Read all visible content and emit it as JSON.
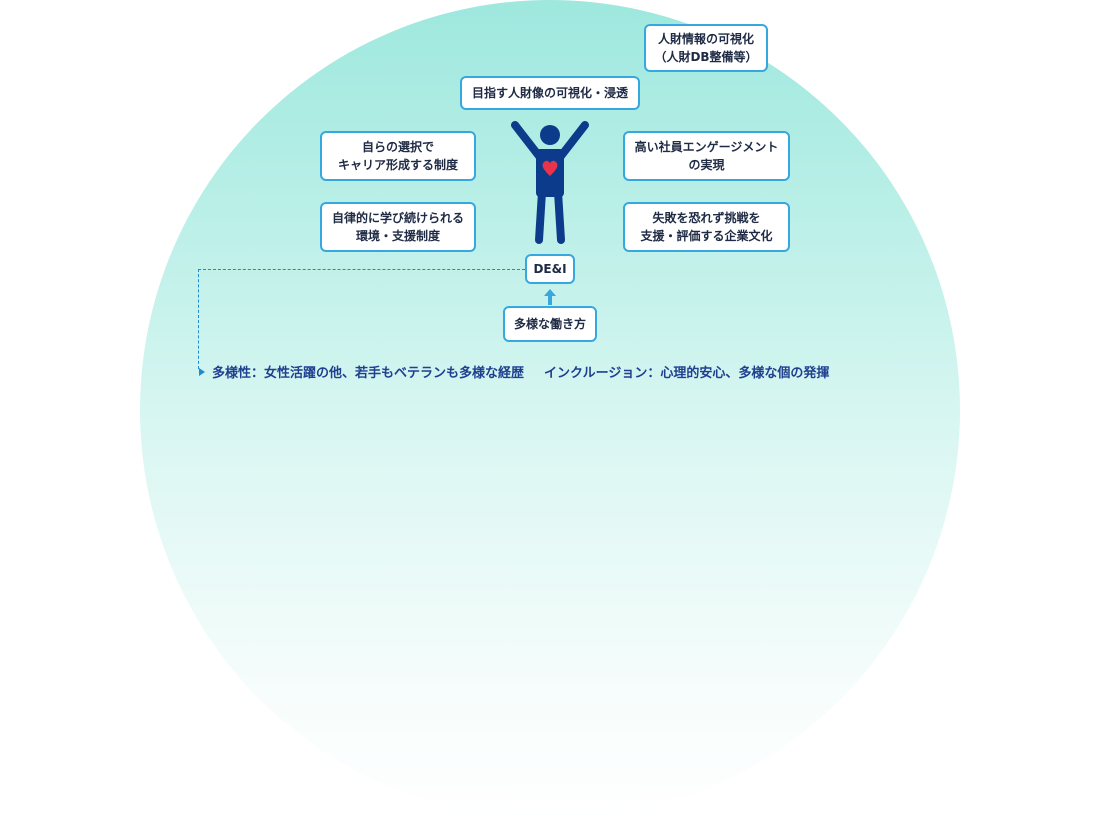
{
  "boxes": {
    "hr_visibility": "人財情報の可視化\n（人財DB整備等）",
    "ideal_talent": "目指す人財像の可視化・浸透",
    "career_selection": "自らの選択で\nキャリア形成する制度",
    "engagement": "高い社員エンゲージメント\nの実現",
    "autonomous_learning": "自律的に学び続けられる\n環境・支援制度",
    "challenge_culture": "失敗を恐れず挑戦を\n支援・評価する企業文化",
    "dei": "DE&I",
    "diverse_work": "多様な働き方"
  },
  "footer": {
    "diversity": "多様性：女性活躍の他、若手もベテランも多様な経歴",
    "inclusion": "インクルージョン：心理的安心、多様な個の発揮"
  },
  "colors": {
    "dome": "#a6eadf",
    "box_border": "#37a7e0",
    "figure": "#0d3b8c",
    "heart": "#e8334a",
    "line": "#1c8bd0"
  }
}
